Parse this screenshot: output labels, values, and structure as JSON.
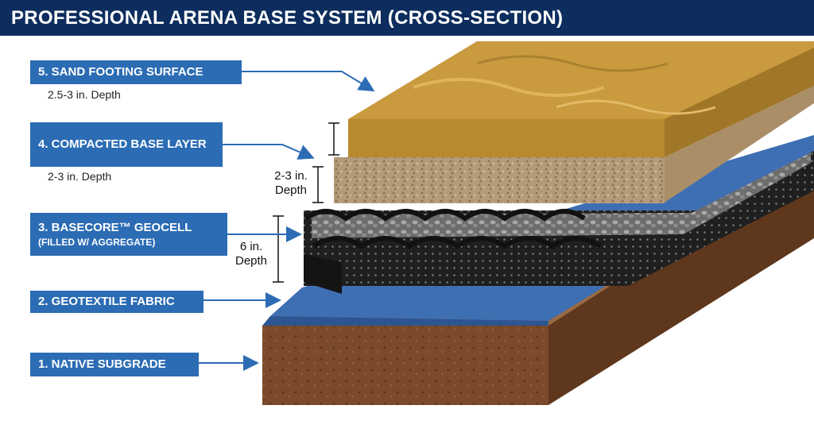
{
  "title": "PROFESSIONAL ARENA BASE SYSTEM (CROSS-SECTION)",
  "layers": [
    {
      "label": "5. SAND FOOTING SURFACE",
      "depth": "2.5-3 in. Depth"
    },
    {
      "label": "4. COMPACTED BASE LAYER",
      "depth": "2-3 in. Depth"
    },
    {
      "label": "3. BASECORE™ GEOCELL",
      "sublabel": "(FILLED W/ AGGREGATE)"
    },
    {
      "label": "2. GEOTEXTILE FABRIC"
    },
    {
      "label": "1. NATIVE SUBGRADE"
    }
  ],
  "dimensions": [
    {
      "text": "2-3 in. Depth"
    },
    {
      "text": "6 in. Depth"
    }
  ],
  "colors": {
    "title_bg": "#0d2d5e",
    "label_bg": "#2b6cb4",
    "sand": "#c99a3e",
    "base": "#b59a73",
    "geocell": "#1e1e1e",
    "fabric": "#3f6fb3",
    "subgrade": "#7a4a2a"
  }
}
